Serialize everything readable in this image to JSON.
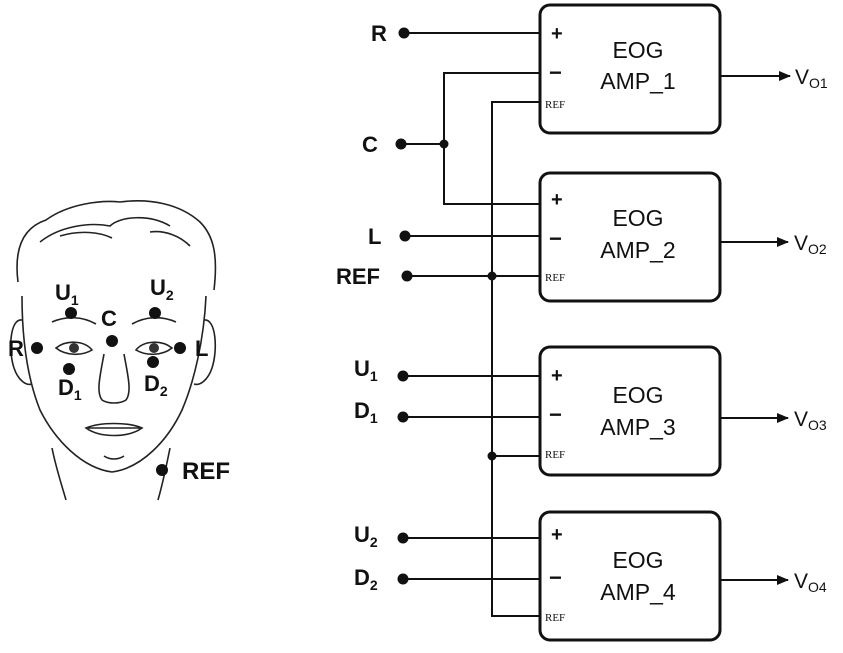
{
  "face": {
    "electrodes": [
      {
        "id": "U1",
        "main": "U",
        "sub": "1"
      },
      {
        "id": "U2",
        "main": "U",
        "sub": "2"
      },
      {
        "id": "C",
        "main": "C",
        "sub": ""
      },
      {
        "id": "R",
        "main": "R",
        "sub": ""
      },
      {
        "id": "L",
        "main": "L",
        "sub": ""
      },
      {
        "id": "D1",
        "main": "D",
        "sub": "1"
      },
      {
        "id": "D2",
        "main": "D",
        "sub": "2"
      },
      {
        "id": "REF",
        "main": "REF",
        "sub": ""
      }
    ]
  },
  "circuit": {
    "inputs": [
      {
        "id": "R",
        "main": "R",
        "sub": ""
      },
      {
        "id": "C",
        "main": "C",
        "sub": ""
      },
      {
        "id": "L",
        "main": "L",
        "sub": ""
      },
      {
        "id": "REF",
        "main": "REF",
        "sub": ""
      },
      {
        "id": "U1",
        "main": "U",
        "sub": "1"
      },
      {
        "id": "D1",
        "main": "D",
        "sub": "1"
      },
      {
        "id": "U2",
        "main": "U",
        "sub": "2"
      },
      {
        "id": "D2",
        "main": "D",
        "sub": "2"
      }
    ],
    "amplifiers": [
      {
        "line1": "EOG",
        "line2": "AMP_1",
        "plus": "+",
        "minus": "−",
        "ref": "REF",
        "out_main": "V",
        "out_sub": "O1"
      },
      {
        "line1": "EOG",
        "line2": "AMP_2",
        "plus": "+",
        "minus": "−",
        "ref": "REF",
        "out_main": "V",
        "out_sub": "O2"
      },
      {
        "line1": "EOG",
        "line2": "AMP_3",
        "plus": "+",
        "minus": "−",
        "ref": "REF",
        "out_main": "V",
        "out_sub": "O3"
      },
      {
        "line1": "EOG",
        "line2": "AMP_4",
        "plus": "+",
        "minus": "−",
        "ref": "REF",
        "out_main": "V",
        "out_sub": "O4"
      }
    ]
  }
}
